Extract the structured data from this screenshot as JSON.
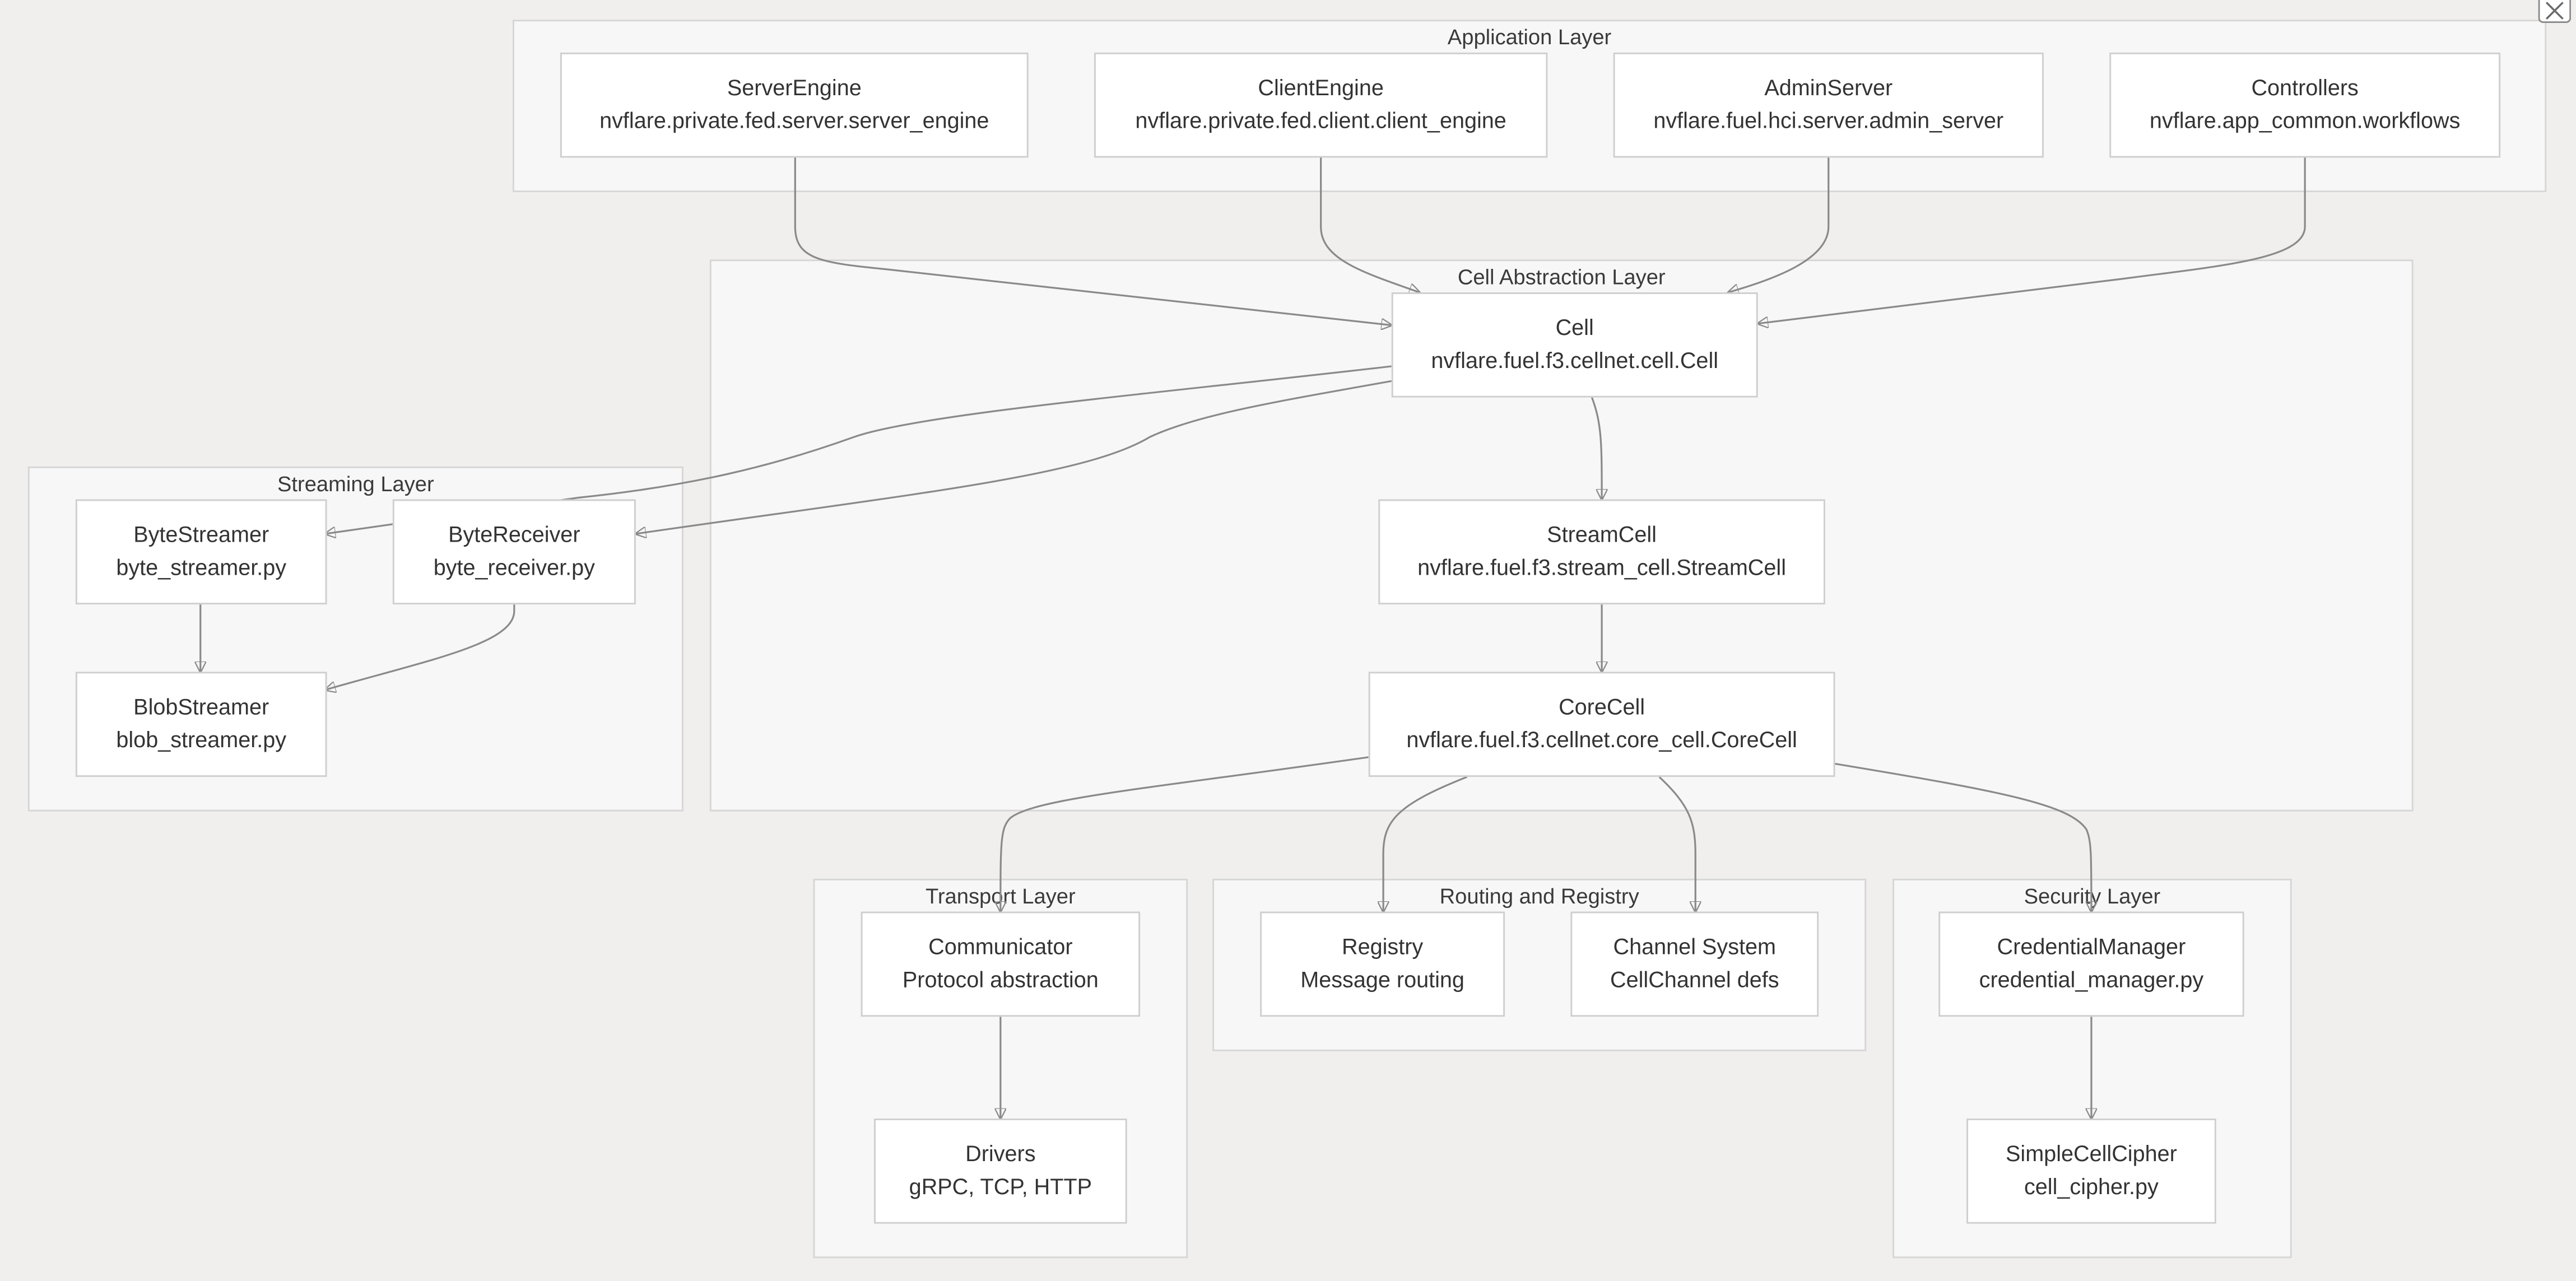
{
  "layers": {
    "application": {
      "title": "Application Layer"
    },
    "cell_abstraction": {
      "title": "Cell Abstraction Layer"
    },
    "streaming": {
      "title": "Streaming Layer"
    },
    "transport": {
      "title": "Transport Layer"
    },
    "routing": {
      "title": "Routing and Registry"
    },
    "security": {
      "title": "Security Layer"
    }
  },
  "nodes": {
    "server_engine": {
      "name": "ServerEngine",
      "detail": "nvflare.private.fed.server.server_engine"
    },
    "client_engine": {
      "name": "ClientEngine",
      "detail": "nvflare.private.fed.client.client_engine"
    },
    "admin_server": {
      "name": "AdminServer",
      "detail": "nvflare.fuel.hci.server.admin_server"
    },
    "controllers": {
      "name": "Controllers",
      "detail": "nvflare.app_common.workflows"
    },
    "cell": {
      "name": "Cell",
      "detail": "nvflare.fuel.f3.cellnet.cell.Cell"
    },
    "stream_cell": {
      "name": "StreamCell",
      "detail": "nvflare.fuel.f3.stream_cell.StreamCell"
    },
    "core_cell": {
      "name": "CoreCell",
      "detail": "nvflare.fuel.f3.cellnet.core_cell.CoreCell"
    },
    "byte_streamer": {
      "name": "ByteStreamer",
      "detail": "byte_streamer.py"
    },
    "byte_receiver": {
      "name": "ByteReceiver",
      "detail": "byte_receiver.py"
    },
    "blob_streamer": {
      "name": "BlobStreamer",
      "detail": "blob_streamer.py"
    },
    "communicator": {
      "name": "Communicator",
      "detail": "Protocol abstraction"
    },
    "drivers": {
      "name": "Drivers",
      "detail": "gRPC, TCP, HTTP"
    },
    "registry": {
      "name": "Registry",
      "detail": "Message routing"
    },
    "channel_system": {
      "name": "Channel System",
      "detail": "CellChannel defs"
    },
    "credential_manager": {
      "name": "CredentialManager",
      "detail": "credential_manager.py"
    },
    "simple_cell_cipher": {
      "name": "SimpleCellCipher",
      "detail": "cell_cipher.py"
    }
  },
  "edges": [
    {
      "from": "ServerEngine",
      "to": "Cell"
    },
    {
      "from": "ClientEngine",
      "to": "Cell"
    },
    {
      "from": "AdminServer",
      "to": "Cell"
    },
    {
      "from": "Controllers",
      "to": "Cell"
    },
    {
      "from": "Cell",
      "to": "StreamCell"
    },
    {
      "from": "Cell",
      "to": "ByteStreamer"
    },
    {
      "from": "Cell",
      "to": "ByteReceiver"
    },
    {
      "from": "StreamCell",
      "to": "CoreCell"
    },
    {
      "from": "ByteStreamer",
      "to": "BlobStreamer"
    },
    {
      "from": "ByteReceiver",
      "to": "BlobStreamer"
    },
    {
      "from": "CoreCell",
      "to": "Communicator"
    },
    {
      "from": "CoreCell",
      "to": "Registry"
    },
    {
      "from": "CoreCell",
      "to": "Channel System"
    },
    {
      "from": "CoreCell",
      "to": "CredentialManager"
    },
    {
      "from": "Communicator",
      "to": "Drivers"
    },
    {
      "from": "CredentialManager",
      "to": "SimpleCellCipher"
    }
  ],
  "colors": {
    "background": "#f0efed",
    "group_fill": "#f7f7f7",
    "group_border": "#d6d6d6",
    "node_fill": "#ffffff",
    "node_border": "#cfcfcf",
    "edge": "#8a8a8a",
    "text": "#333333"
  },
  "icons": {
    "window_close": "close-icon"
  }
}
